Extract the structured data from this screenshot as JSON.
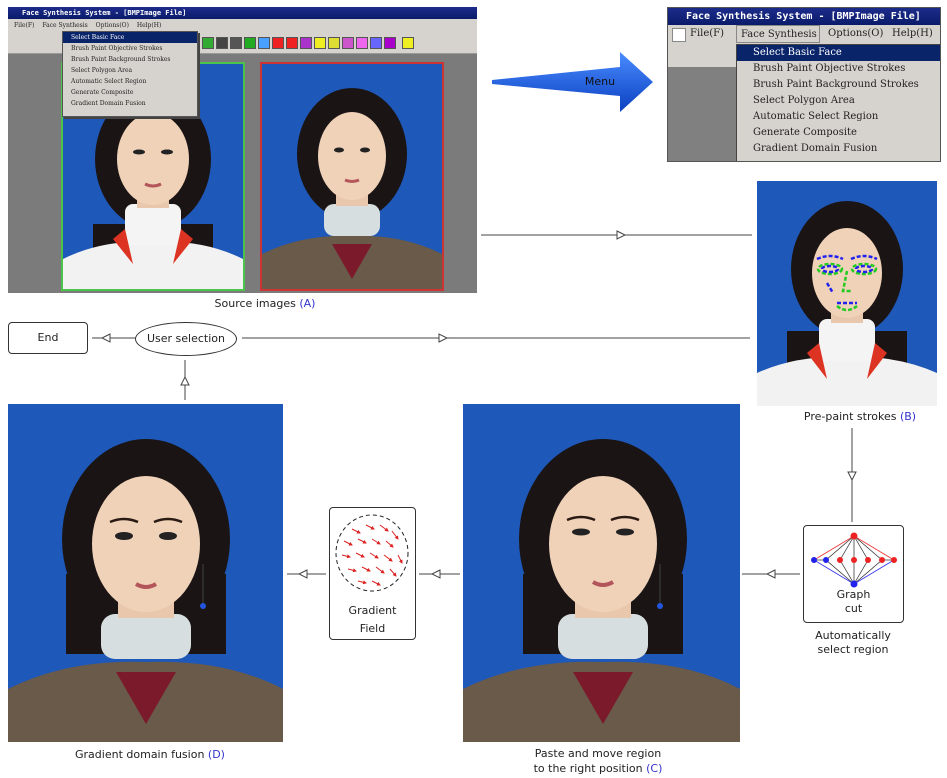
{
  "screenshot_a": {
    "title": "Face Synthesis System - [BMPImage File]",
    "menu": [
      "File(F)",
      "Face Synthesis",
      "Options(O)",
      "Help(H)"
    ],
    "dropdown": [
      "Select Basic Face",
      "Brush Paint Objective Strokes",
      "Brush Paint Background Strokes",
      "Select Polygon Area",
      "Automatic Select Region",
      "Generate Composite",
      "Gradient Domain Fusion"
    ]
  },
  "screenshot_menu": {
    "title": "Face Synthesis System - [BMPImage File]",
    "menu": [
      "File(F)",
      "Face Synthesis",
      "Options(O)",
      "Help(H)"
    ],
    "dropdown": [
      "Select Basic Face",
      "Brush Paint Objective Strokes",
      "Brush Paint Background Strokes",
      "Select Polygon Area",
      "Automatic Select Region",
      "Generate Composite",
      "Gradient Domain Fusion"
    ]
  },
  "arrow_menu_label": "Menu",
  "captions": {
    "source": "Source images",
    "source_tag": "(A)",
    "prepaint": "Pre-paint strokes",
    "prepaint_tag": "(B)",
    "paste_line1": "Paste and move region",
    "paste_line2": "to the right position",
    "paste_tag": "(C)",
    "fusion": "Gradient domain fusion",
    "fusion_tag": "(D)",
    "auto_line1": "Automatically",
    "auto_line2": "select region"
  },
  "nodes": {
    "end": "End",
    "user_selection": "User selection",
    "graph_cut_line1": "Graph",
    "graph_cut_line2": "cut",
    "gradient_field_line1": "Gradient",
    "gradient_field_line2": "Field"
  },
  "colors": {
    "menu_highlight": "#0a246a",
    "photo_bg": "#1e58b8",
    "arrow_blue": "#1a5fe0",
    "tag_blue": "#3333cc"
  }
}
